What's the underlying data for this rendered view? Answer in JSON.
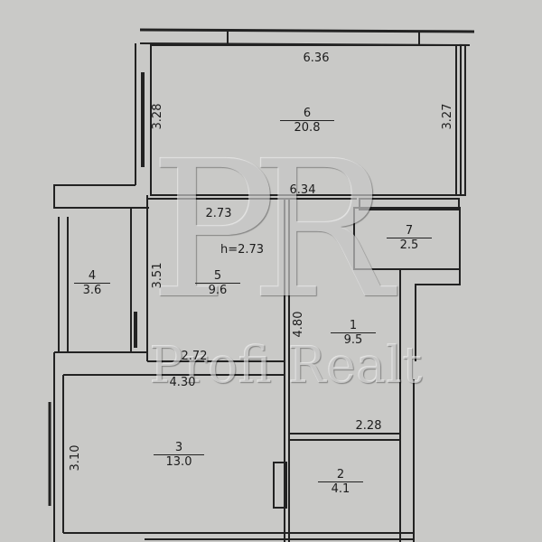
{
  "plan": {
    "ceiling_height": "h=2.73",
    "rooms": [
      {
        "number": "1",
        "area": "9.5"
      },
      {
        "number": "2",
        "area": "4.1"
      },
      {
        "number": "3",
        "area": "13.0"
      },
      {
        "number": "4",
        "area": "3.6"
      },
      {
        "number": "5",
        "area": "9.6"
      },
      {
        "number": "6",
        "area": "20.8"
      },
      {
        "number": "7",
        "area": "2.5"
      }
    ],
    "dimensions": {
      "room6_width_top": "6.36",
      "room6_height_left": "3.28",
      "room6_height_right": "3.27",
      "room6_width_bottom": "6.34",
      "room5_width_top": "2.73",
      "room5_height": "3.51",
      "room5_width_bottom": "2.72",
      "room1_height": "4.80",
      "room3_width": "4.30",
      "room3_height": "3.10",
      "room2_width": "2.28"
    }
  },
  "watermark": {
    "logo": "PR",
    "text": "Profi Realt"
  },
  "colors": {
    "background": "#c9c9c7",
    "wall": "#222222"
  }
}
